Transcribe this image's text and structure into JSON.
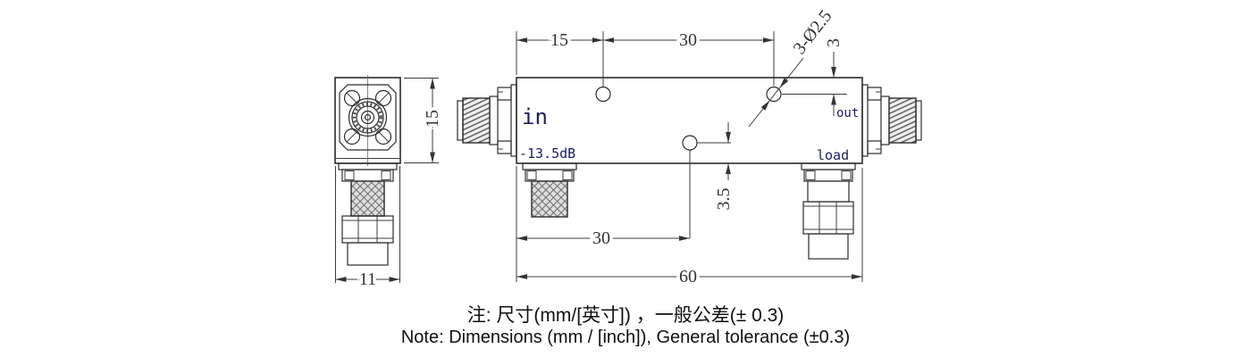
{
  "drawing": {
    "side_view": {
      "label_in": "in",
      "label_out": "out",
      "label_load": "load",
      "label_coupling": "-13.5dB"
    },
    "dimensions": {
      "hole1_offset": "15",
      "hole_spacing": "30",
      "hole_callout": "3-Ø2.5",
      "hole_top_offset": "3",
      "hole3_bottom_offset": "3.5",
      "hole3_from_left": "30",
      "body_length": "60",
      "flange_height": "15",
      "flange_width": "11"
    },
    "notes": {
      "zh": "注: 尺寸(mm/[英寸]) ，一般公差(± 0.3)",
      "en": "Note: Dimensions (mm / [inch]), General tolerance (±0.3)"
    },
    "colors": {
      "line": "#2b2b2b",
      "dim": "#333333",
      "port_label": "#1d1d5f",
      "background": "#ffffff"
    }
  }
}
